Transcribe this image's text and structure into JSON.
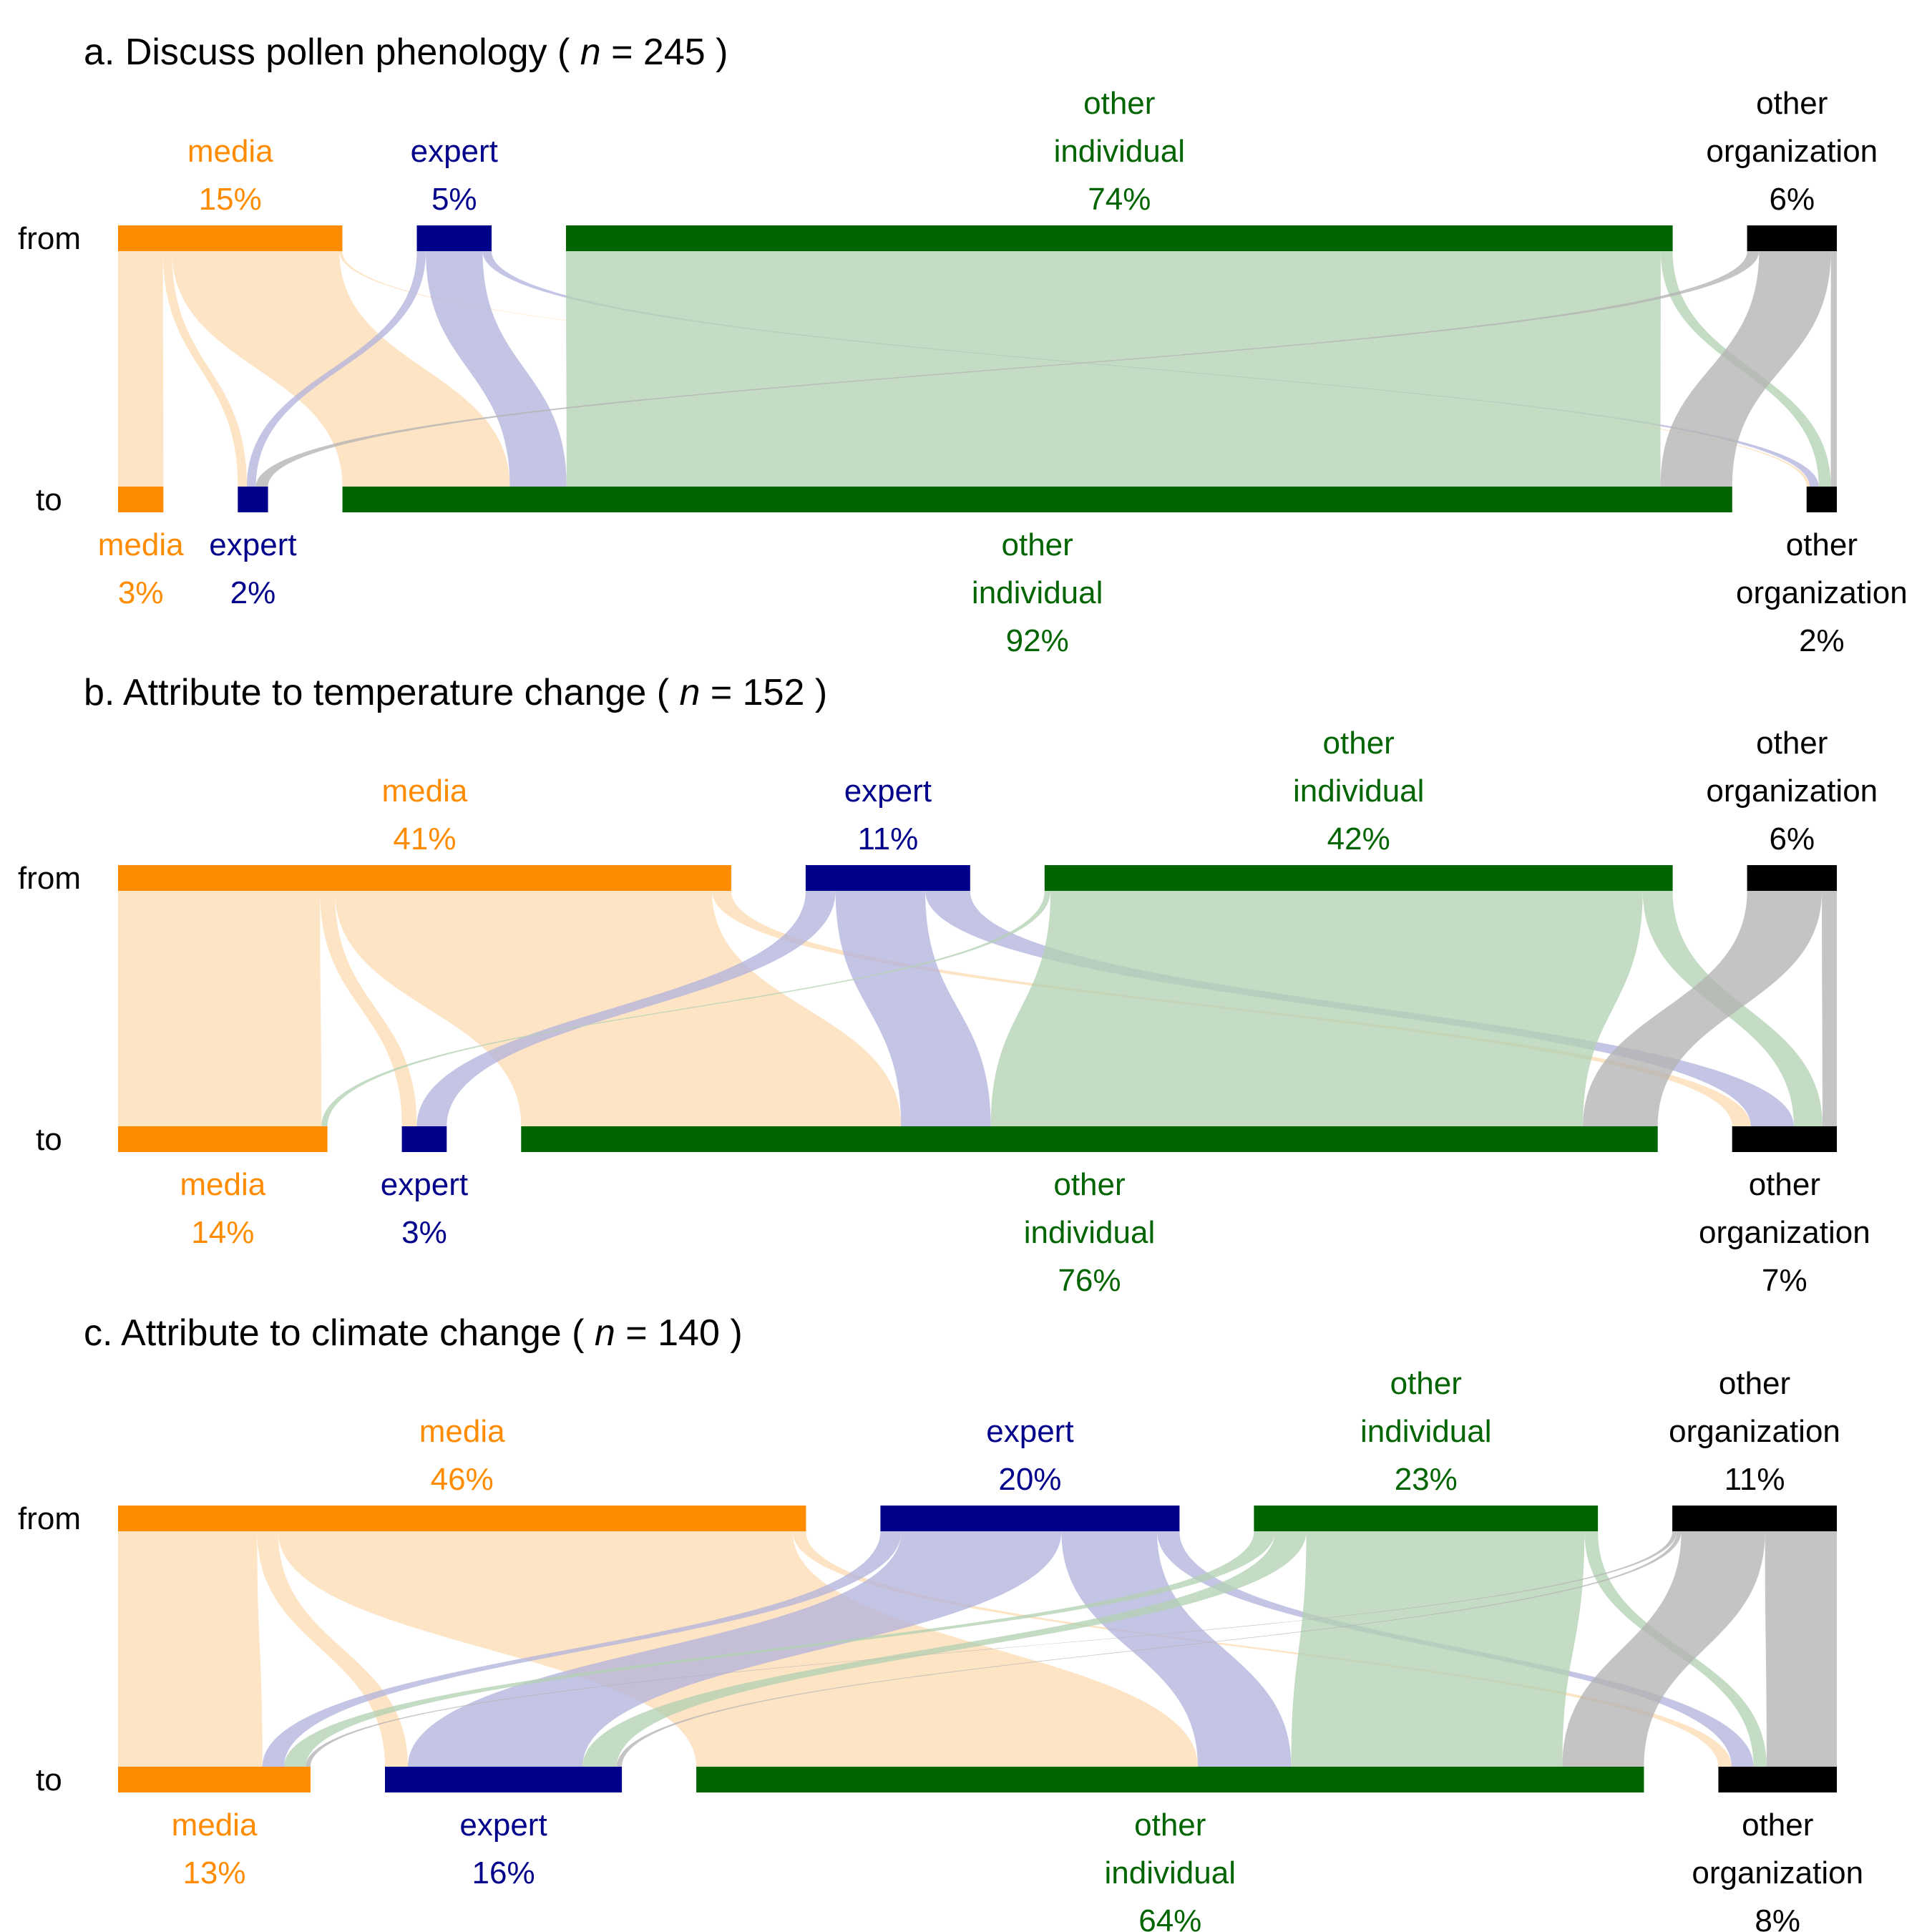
{
  "colors": {
    "media": "#FF8C00",
    "expert": "#00008B",
    "other_individual": "#006400",
    "other_organization": "#000000",
    "flow_media": "#FDDCB5",
    "flow_expert": "#B3B3DD",
    "flow_other_individual": "#B3D1B3",
    "flow_other_organization": "#B3B3B3"
  },
  "row_labels": {
    "from": "from",
    "to": "to"
  },
  "chart_data": [
    {
      "type": "sankey",
      "title": "a. Discuss pollen phenology ( n = 245 )",
      "title_parts": {
        "prefix": "a. Discuss pollen phenology ( ",
        "n_symbol": "n",
        "n_value": " = 245 )"
      },
      "n": 245,
      "categories": [
        "media",
        "expert",
        "other individual",
        "other organization"
      ],
      "from_labels": [
        [
          "media",
          "15%"
        ],
        [
          "expert",
          "5%"
        ],
        [
          "other",
          "individual",
          "74%"
        ],
        [
          "other",
          "organization",
          "6%"
        ]
      ],
      "to_labels": [
        [
          "media",
          "3%"
        ],
        [
          "expert",
          "2%"
        ],
        [
          "other",
          "individual",
          "92%"
        ],
        [
          "other",
          "organization",
          "2%"
        ]
      ],
      "from_percent": [
        15,
        5,
        74,
        6
      ],
      "to_percent": [
        3,
        2,
        92,
        2
      ],
      "flows_percent": [
        [
          3.0,
          0.6,
          11.2,
          0.2
        ],
        [
          0.0,
          0.6,
          3.8,
          0.6
        ],
        [
          0.0,
          0.0,
          73.2,
          0.8
        ],
        [
          0.0,
          0.8,
          4.8,
          0.4
        ]
      ]
    },
    {
      "type": "sankey",
      "title": "b. Attribute to temperature change ( n = 152 )",
      "title_parts": {
        "prefix": "b. Attribute to temperature change ( ",
        "n_symbol": "n",
        "n_value": " = 152 )"
      },
      "n": 152,
      "categories": [
        "media",
        "expert",
        "other individual",
        "other organization"
      ],
      "from_labels": [
        [
          "media",
          "41%"
        ],
        [
          "expert",
          "11%"
        ],
        [
          "other",
          "individual",
          "42%"
        ],
        [
          "other",
          "organization",
          "6%"
        ]
      ],
      "to_labels": [
        [
          "media",
          "14%"
        ],
        [
          "expert",
          "3%"
        ],
        [
          "other",
          "individual",
          "76%"
        ],
        [
          "other",
          "organization",
          "7%"
        ]
      ],
      "from_percent": [
        41,
        11,
        42,
        6
      ],
      "to_percent": [
        14,
        3,
        76,
        7
      ],
      "flows_percent": [
        [
          13.6,
          1.0,
          25.4,
          1.3
        ],
        [
          0.0,
          2.0,
          6.0,
          3.0
        ],
        [
          0.4,
          0.0,
          39.6,
          2.0
        ],
        [
          0.0,
          0.0,
          5.0,
          1.0
        ]
      ]
    },
    {
      "type": "sankey",
      "title": "c. Attribute to climate change ( n = 140 )",
      "title_parts": {
        "prefix": "c. Attribute to climate change ( ",
        "n_symbol": "n",
        "n_value": " = 140 )"
      },
      "n": 140,
      "categories": [
        "media",
        "expert",
        "other individual",
        "other organization"
      ],
      "from_labels": [
        [
          "media",
          "46%"
        ],
        [
          "expert",
          "20%"
        ],
        [
          "other",
          "individual",
          "23%"
        ],
        [
          "other",
          "organization",
          "11%"
        ]
      ],
      "to_labels": [
        [
          "media",
          "13%"
        ],
        [
          "expert",
          "16%"
        ],
        [
          "other",
          "individual",
          "64%"
        ],
        [
          "other",
          "organization",
          "8%"
        ]
      ],
      "from_percent": [
        46,
        20,
        23,
        11
      ],
      "to_percent": [
        13,
        16,
        64,
        8
      ],
      "flows_percent": [
        [
          9.3,
          1.4,
          34.4,
          0.9
        ],
        [
          1.4,
          10.7,
          6.4,
          1.5
        ],
        [
          1.4,
          2.1,
          18.6,
          0.9
        ],
        [
          0.3,
          0.3,
          5.6,
          4.8
        ]
      ]
    }
  ]
}
